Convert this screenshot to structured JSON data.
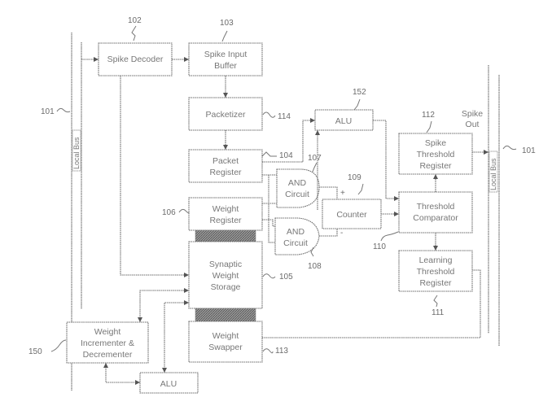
{
  "diagram": {
    "left_bus": {
      "label": "Local Bus",
      "ref": "101"
    },
    "right_bus": {
      "label": "Local Bus",
      "ref": "101"
    },
    "spike_out_label": [
      "Spike",
      "Out"
    ],
    "blocks": {
      "spike_decoder": {
        "label": [
          "Spike Decoder"
        ],
        "ref": "102"
      },
      "spike_input_buffer": {
        "label": [
          "Spike Input",
          "Buffer"
        ],
        "ref": "103"
      },
      "packetizer": {
        "label": [
          "Packetizer"
        ],
        "ref": "114"
      },
      "packet_register": {
        "label": [
          "Packet",
          "Register"
        ],
        "ref": "104"
      },
      "weight_register": {
        "label": [
          "Weight",
          "Register"
        ],
        "ref": "106"
      },
      "synaptic_weight_storage": {
        "label": [
          "Synaptic",
          "Weight",
          "Storage"
        ],
        "ref": "105"
      },
      "weight_swapper": {
        "label": [
          "Weight",
          "Swapper"
        ],
        "ref": "113"
      },
      "and_circuit_top": {
        "label": [
          "AND",
          "Circuit"
        ],
        "ref": "107"
      },
      "and_circuit_bottom": {
        "label": [
          "AND",
          "Circuit"
        ],
        "ref": "108"
      },
      "counter": {
        "label": [
          "Counter"
        ],
        "ref": "109"
      },
      "alu_top": {
        "label": [
          "ALU"
        ],
        "ref": "152"
      },
      "spike_threshold_register": {
        "label": [
          "Spike",
          "Threshold",
          "Register"
        ],
        "ref": "112"
      },
      "threshold_comparator": {
        "label": [
          "Threshold",
          "Comparator"
        ],
        "ref": "110"
      },
      "learning_threshold_register": {
        "label": [
          "Learning",
          "Threshold",
          "Register"
        ],
        "ref": "111"
      },
      "weight_incrementer": {
        "label": [
          "Weight",
          "Incrementer &",
          "Decrementer"
        ],
        "ref": "150"
      },
      "alu_bottom": {
        "label": [
          "ALU"
        ],
        "ref": ""
      }
    },
    "counter_inputs": {
      "plus": "+",
      "minus": "-"
    }
  }
}
